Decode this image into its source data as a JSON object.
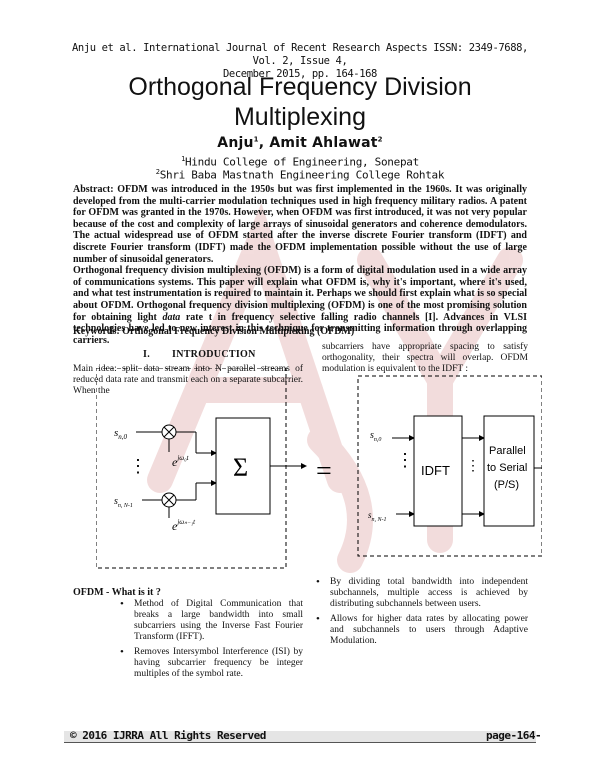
{
  "header": {
    "journal_line1": "Anju et al. International Journal of Recent Research Aspects ISSN: 2349-7688, Vol. 2, Issue 4,",
    "journal_line2": "December 2015, pp. 164-168"
  },
  "title": {
    "line1": "Orthogonal Frequency Division",
    "line2": "Multiplexing"
  },
  "authors": {
    "a1": "Anju",
    "a1_sup": "1",
    "sep": ", ",
    "a2": "Amit Ahlawat",
    "a2_sup": "2"
  },
  "affiliations": {
    "aff1_sup": "1",
    "aff1": "Hindu College of Engineering, Sonepat",
    "aff2_sup": "2",
    "aff2": "Shri Baba Mastnath Engineering College Rohtak"
  },
  "abstract": {
    "p1": "Abstract: OFDM was introduced in the 1950s but was first implemented in the 1960s. It was originally developed from the multi-carrier modulation techniques used in high frequency military radios. A patent for OFDM was granted in the 1970s. However, when OFDM was first introduced, it was not very popular because of the cost and complexity of large arrays of sinusoidal generators and coherence demodulators. The actual widespread use of OFDM started after the inverse discrete Fourier transform (IDFT) and discrete Fourier transform (IDFT) made the OFDM implementation possible without the use of large number of sinusoidal generators.",
    "p2_a": "Orthogonal frequency division multiplexing (OFDM) is a form of digital modulation used in a wide array of communications systems. This paper will explain what OFDM is, why it's important, where it's used, and what test instrumentation is required to maintain it. Perhaps we should first explain what is so special about OFDM. Orthogonal frequency division multiplexing (OFDM) is one of the most promising solution for obtaining light ",
    "p2_italic": "data",
    "p2_b": " rate t in frequency selective falling radio channels [I]. Advances in VLSI technologies have led to new interest in this technique for transmitting information through overlapping carriers."
  },
  "keywords": "Keywords: Orthogonal Frequency Division   Multiplexing (OFDM)",
  "intro": {
    "num": "I.",
    "heading": "INTRODUCTION",
    "left_text": "Main idea: split data stream into N parallel streams of reduced data rate and transmit each on a separate subcarrier. When the",
    "right_text": "subcarriers have appropriate spacing to satisfy orthogonality, their spectra will overlap.  OFDM modulation is equivalent to the IDFT :"
  },
  "diagram": {
    "s0": "s",
    "s0_sub": "n,0",
    "sN": "s",
    "sN_sub": "n, N-1",
    "exp0": "e",
    "exp0_sup": "jω₀t",
    "expN": "e",
    "expN_sup": "jωₙ₋₁t",
    "sum": "Σ",
    "equals": "=",
    "idft": "IDFT",
    "ps1": "Parallel",
    "ps2": "to Serial",
    "ps3": "(P/S)",
    "dots": "⋮"
  },
  "what": {
    "heading": "OFDM - What is it ?",
    "left_items": [
      "Method of Digital Communication that breaks a large bandwidth into small subcarriers using the Inverse Fast Fourier Transform (IFFT).",
      "Removes Intersymbol Interference (ISI) by having subcarrier frequency be integer multiples of the symbol rate."
    ],
    "right_items": [
      "By dividing total bandwidth into independent subchannels, multiple access is achieved by distributing subchannels between users.",
      "Allows for higher data rates by allocating power and subchannels to users through Adaptive Modulation."
    ]
  },
  "footer": {
    "left": "© 2016 IJRRA All Rights Reserved",
    "right": "page-164-"
  },
  "colors": {
    "watermark": "#e9c8c8",
    "footer_bar": "#e5e5e5"
  }
}
